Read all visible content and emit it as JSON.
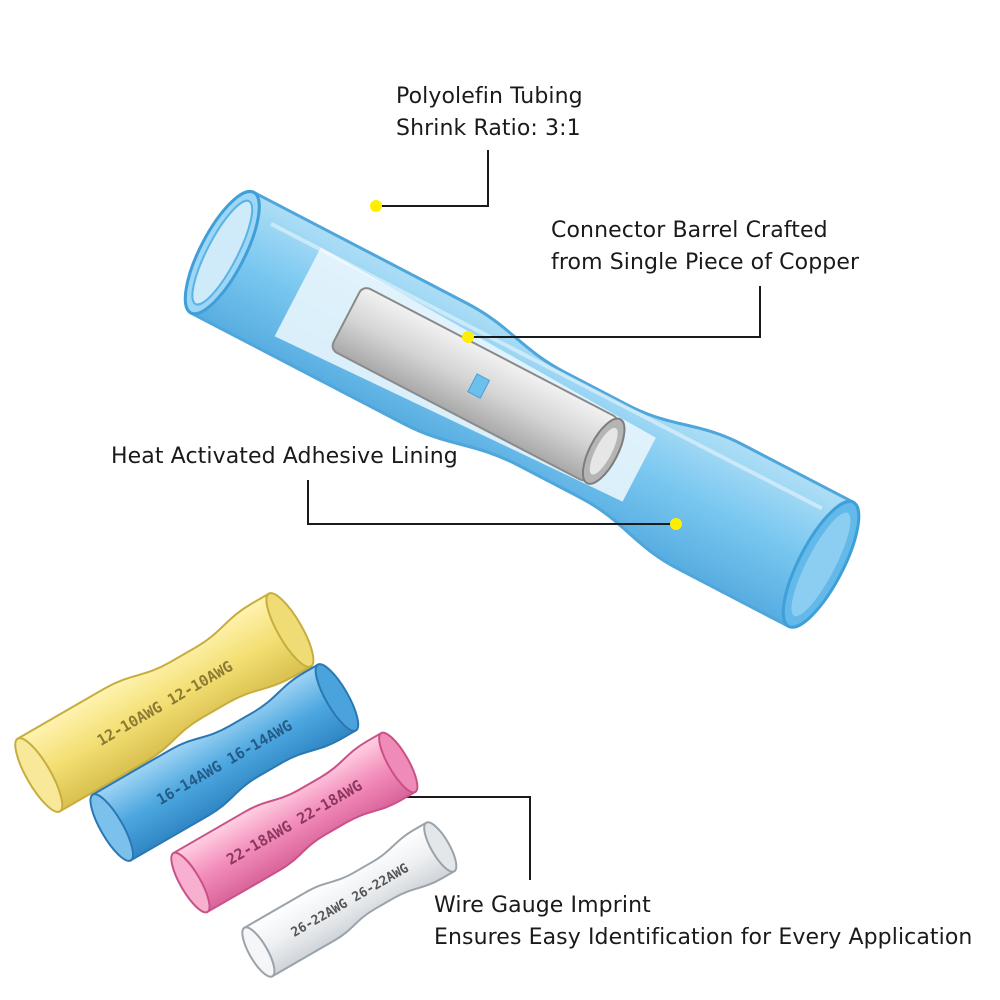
{
  "callouts": {
    "tubing": {
      "line1": "Polyolefin Tubing",
      "line2": "Shrink Ratio: 3:1"
    },
    "barrel": {
      "line1": "Connector Barrel Crafted",
      "line2": "from Single Piece of Copper"
    },
    "adhesive": {
      "line1": "Heat Activated Adhesive Lining"
    },
    "imprint": {
      "line1": "Wire Gauge Imprint",
      "line2": "Ensures Easy Identification for Every Application"
    }
  },
  "connectors": {
    "yellow": {
      "imprint": "12-10AWG 12-10AWG",
      "color": "#f3e07a"
    },
    "blue": {
      "imprint": "16-14AWG 16-14AWG",
      "color": "#4fa9e0"
    },
    "pink": {
      "imprint": "22-18AWG 22-18AWG",
      "color": "#f28cb8"
    },
    "clear": {
      "imprint": "26-22AWG 26-22AWG",
      "color": "#e9ecef"
    }
  },
  "colors": {
    "dot": "#ffee00",
    "leader": "#1a1a1a",
    "tube_main": "#6cc0ee",
    "tube_edge": "#3f9fd8",
    "copper_barrel": "#c9c9c9"
  }
}
